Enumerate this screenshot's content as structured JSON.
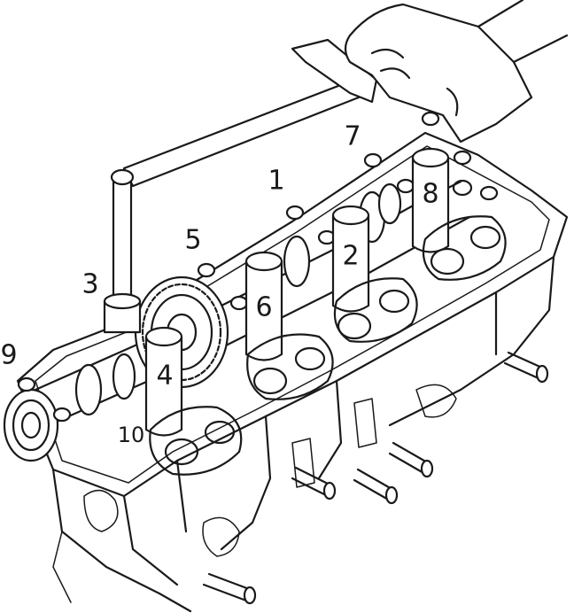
{
  "diagram": {
    "subject": "camshaft-bearing-cap-tightening-sequence",
    "callouts": [
      "1",
      "2",
      "3",
      "4",
      "5",
      "6",
      "7",
      "8",
      "9",
      "10"
    ]
  },
  "colors": {
    "ink": "#1a1a1a",
    "paper": "#ffffff"
  }
}
